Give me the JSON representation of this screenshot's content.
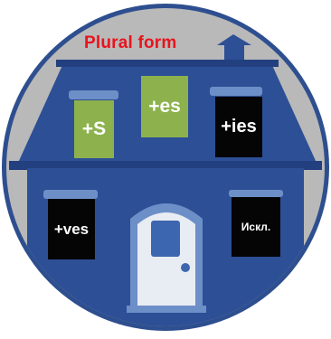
{
  "title": "Plural form",
  "windows": {
    "s": "+S",
    "es": "+es",
    "ies": "+ies",
    "ves": "+ves",
    "exceptions": "Искл."
  },
  "colors": {
    "circle_bg": "#b9b9b9",
    "circle_border": "#2e4f8f",
    "house": "#2d4f96",
    "house_dark": "#22407f",
    "trim": "#6d8fc7",
    "green_window": "#8db24d",
    "black_window": "#050505",
    "door": "#e8ecf3",
    "door_glass": "#3d66b0",
    "title": "#e8141d"
  }
}
